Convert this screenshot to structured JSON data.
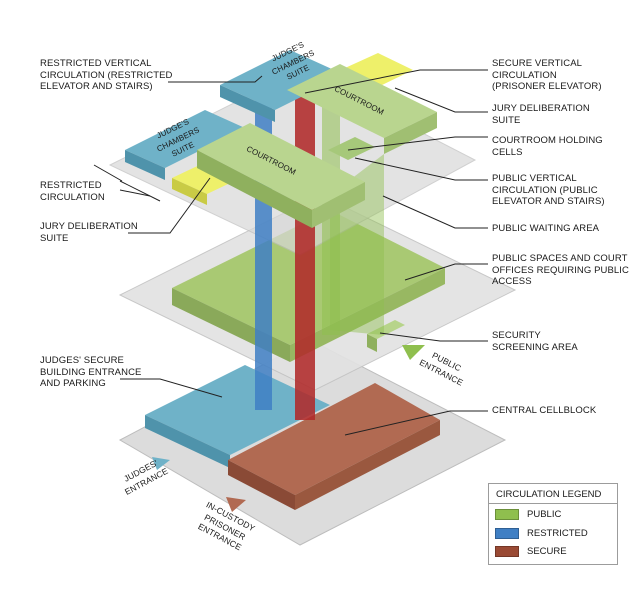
{
  "colors": {
    "public": "#8fbf4e",
    "restricted": "#3f7fc4",
    "secure": "#9a4a34",
    "secure_vertical": "#b02a2a",
    "judges_blue": "#6fb2c8",
    "jury_yellow": "#eef06a",
    "slab_gray": "#d9d9d9"
  },
  "labels": {
    "restricted_vertical": "RESTRICTED VERTICAL\nCIRCULATION (RESTRICTED\nELEVATOR AND STAIRS)",
    "restricted_circulation": "RESTRICTED\nCIRCULATION",
    "jury_left": "JURY DELIBERATION\nSUITE",
    "judges_secure": "JUDGES' SECURE\nBUILDING ENTRANCE\nAND PARKING",
    "secure_vertical": "SECURE VERTICAL\nCIRCULATION\n(PRISONER ELEVATOR)",
    "jury_right": "JURY DELIBERATION\nSUITE",
    "holding": "COURTROOM  HOLDING\nCELLS",
    "public_vertical": "PUBLIC VERTICAL\nCIRCULATION (PUBLIC\nELEVATOR AND STAIRS)",
    "waiting": "PUBLIC WAITING AREA",
    "public_spaces": "PUBLIC SPACES AND COURT\nOFFICES REQUIRING PUBLIC\nACCESS",
    "screening": "SECURITY\nSCREENING AREA",
    "cellblock": "CENTRAL CELLBLOCK",
    "courtroom_left": "COURTROOM",
    "courtroom_right": "COURTROOM",
    "chambers_left": "JUDGE'S\nCHAMBERS\nSUITE",
    "chambers_top": "JUDGE'S\nCHAMBERS\nSUITE",
    "public_entrance": "PUBLIC\nENTRANCE",
    "judges_entrance": "JUDGES'\nENTRANCE",
    "prisoner_entrance": "IN-CUSTODY\nPRISONER\nENTRANCE"
  },
  "legend": {
    "title": "CIRCULATION LEGEND",
    "items": [
      {
        "label": "PUBLIC",
        "color": "#8fbf4e"
      },
      {
        "label": "RESTRICTED",
        "color": "#3f7fc4"
      },
      {
        "label": "SECURE",
        "color": "#9a4a34"
      }
    ]
  }
}
